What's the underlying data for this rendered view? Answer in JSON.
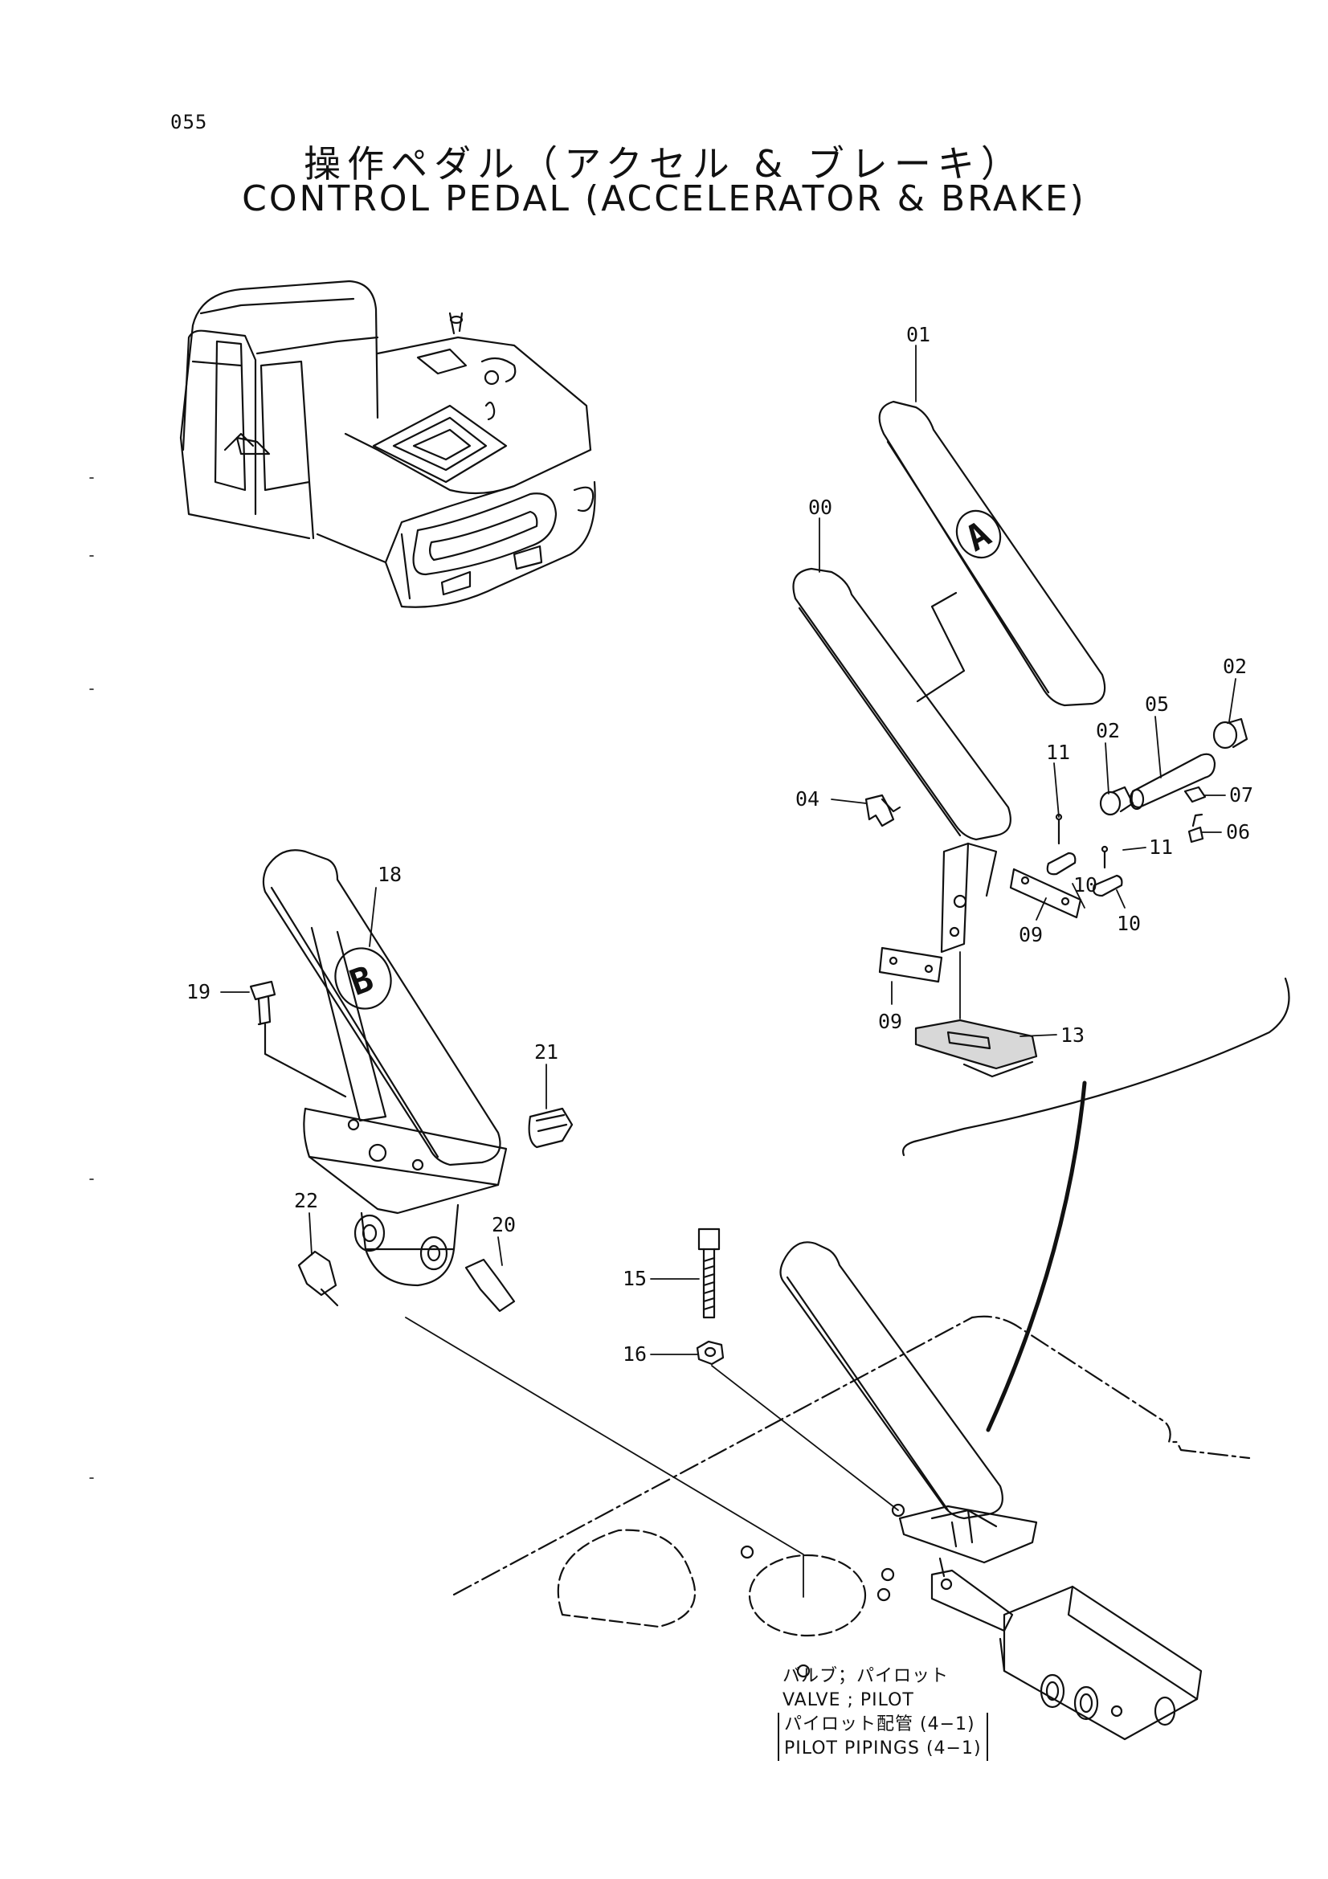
{
  "header": {
    "page_number": "055",
    "title_jp": "操作ペダル（アクセル & ブレーキ）",
    "title_en": "CONTROL PEDAL (ACCELERATOR & BRAKE)"
  },
  "callouts": {
    "c00": "00",
    "c01": "01",
    "c02a": "02",
    "c02b": "02",
    "c04": "04",
    "c05": "05",
    "c06": "06",
    "c07": "07",
    "c09a": "09",
    "c09b": "09",
    "c10a": "10",
    "c10b": "10",
    "c11a": "11",
    "c11b": "11",
    "c13": "13",
    "c15": "15",
    "c16": "16",
    "c18": "18",
    "c19": "19",
    "c20": "20",
    "c21": "21",
    "c22": "22"
  },
  "pedal_marks": {
    "accelerator": "A",
    "brake": "B"
  },
  "note": {
    "line1": "バルブ；パイロット",
    "line2": "VALVE ; PILOT",
    "line3": "パイロット配管 (4−1)",
    "line4": "PILOT  PIPINGS (4−1)"
  }
}
